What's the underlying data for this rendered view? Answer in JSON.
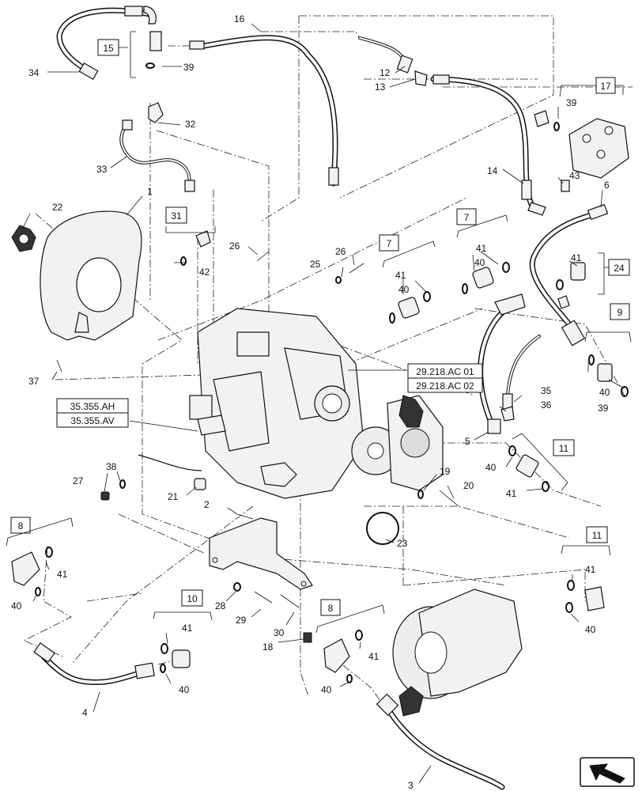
{
  "callouts": [
    {
      "id": "c1",
      "text": "1"
    },
    {
      "id": "c2",
      "text": "2"
    },
    {
      "id": "c3",
      "text": "3"
    },
    {
      "id": "c4",
      "text": "4"
    },
    {
      "id": "c5",
      "text": "5"
    },
    {
      "id": "c6",
      "text": "6"
    },
    {
      "id": "c12",
      "text": "12"
    },
    {
      "id": "c13",
      "text": "13"
    },
    {
      "id": "c14",
      "text": "14"
    },
    {
      "id": "c16",
      "text": "16"
    },
    {
      "id": "c18",
      "text": "18"
    },
    {
      "id": "c19",
      "text": "19"
    },
    {
      "id": "c20",
      "text": "20"
    },
    {
      "id": "c21",
      "text": "21"
    },
    {
      "id": "c22",
      "text": "22"
    },
    {
      "id": "c23",
      "text": "23"
    },
    {
      "id": "c25",
      "text": "25"
    },
    {
      "id": "c26a",
      "text": "26"
    },
    {
      "id": "c26b",
      "text": "26"
    },
    {
      "id": "c27",
      "text": "27"
    },
    {
      "id": "c28",
      "text": "28"
    },
    {
      "id": "c29",
      "text": "29"
    },
    {
      "id": "c30",
      "text": "30"
    },
    {
      "id": "c32",
      "text": "32"
    },
    {
      "id": "c33",
      "text": "33"
    },
    {
      "id": "c34",
      "text": "34"
    },
    {
      "id": "c35",
      "text": "35"
    },
    {
      "id": "c36",
      "text": "36"
    },
    {
      "id": "c37",
      "text": "37"
    },
    {
      "id": "c38",
      "text": "38"
    },
    {
      "id": "c39a",
      "text": "39"
    },
    {
      "id": "c39b",
      "text": "39"
    },
    {
      "id": "c39c",
      "text": "39"
    },
    {
      "id": "c40a",
      "text": "40"
    },
    {
      "id": "c40b",
      "text": "40"
    },
    {
      "id": "c40c",
      "text": "40"
    },
    {
      "id": "c40d",
      "text": "40"
    },
    {
      "id": "c40e",
      "text": "40"
    },
    {
      "id": "c40f",
      "text": "40"
    },
    {
      "id": "c40g",
      "text": "40"
    },
    {
      "id": "c40h",
      "text": "40"
    },
    {
      "id": "c41a",
      "text": "41"
    },
    {
      "id": "c41b",
      "text": "41"
    },
    {
      "id": "c41c",
      "text": "41"
    },
    {
      "id": "c41d",
      "text": "41"
    },
    {
      "id": "c41e",
      "text": "41"
    },
    {
      "id": "c41f",
      "text": "41"
    },
    {
      "id": "c41g",
      "text": "41"
    },
    {
      "id": "c41h",
      "text": "41"
    },
    {
      "id": "c42",
      "text": "42"
    },
    {
      "id": "c43",
      "text": "43"
    }
  ],
  "boxed_callouts": [
    {
      "id": "b15",
      "text": "15"
    },
    {
      "id": "b17",
      "text": "17"
    },
    {
      "id": "b31",
      "text": "31"
    },
    {
      "id": "b7a",
      "text": "7"
    },
    {
      "id": "b7b",
      "text": "7"
    },
    {
      "id": "b24",
      "text": "24"
    },
    {
      "id": "b9",
      "text": "9"
    },
    {
      "id": "b11a",
      "text": "11"
    },
    {
      "id": "b11b",
      "text": "11"
    },
    {
      "id": "b8a",
      "text": "8"
    },
    {
      "id": "b8b",
      "text": "8"
    },
    {
      "id": "b10",
      "text": "10"
    }
  ],
  "references": {
    "ref1": "29.218.AC 01",
    "ref2": "29.218.AC 02",
    "ref3": "35.355.AH",
    "ref4": "35.355.AV"
  },
  "icons": {
    "corner_icon": "next-page-arrow-icon"
  }
}
